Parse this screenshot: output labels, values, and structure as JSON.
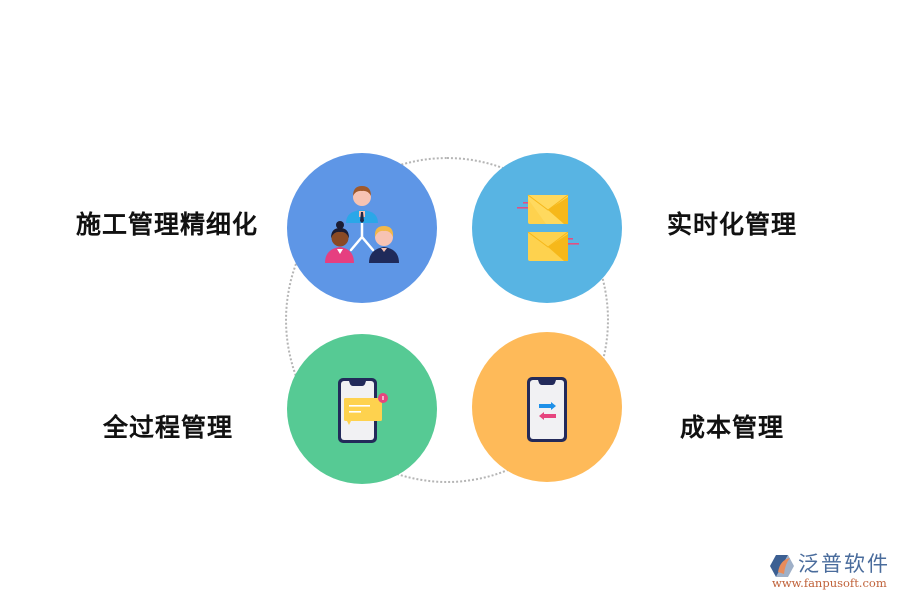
{
  "diagram": {
    "nodes": [
      {
        "id": "top-left",
        "label": "施工管理精细化",
        "icon": "team-hierarchy-icon",
        "color": "#5E96E6"
      },
      {
        "id": "top-right",
        "label": "实时化管理",
        "icon": "envelopes-icon",
        "color": "#58B4E3"
      },
      {
        "id": "bottom-left",
        "label": "全过程管理",
        "icon": "phone-message-icon",
        "color": "#56CA94"
      },
      {
        "id": "bottom-right",
        "label": "成本管理",
        "icon": "phone-transfer-icon",
        "color": "#FEBA59"
      }
    ],
    "ring_color": "#b5b5b5"
  },
  "logo": {
    "name": "泛普软件",
    "url": "www.fanpusoft.com"
  }
}
